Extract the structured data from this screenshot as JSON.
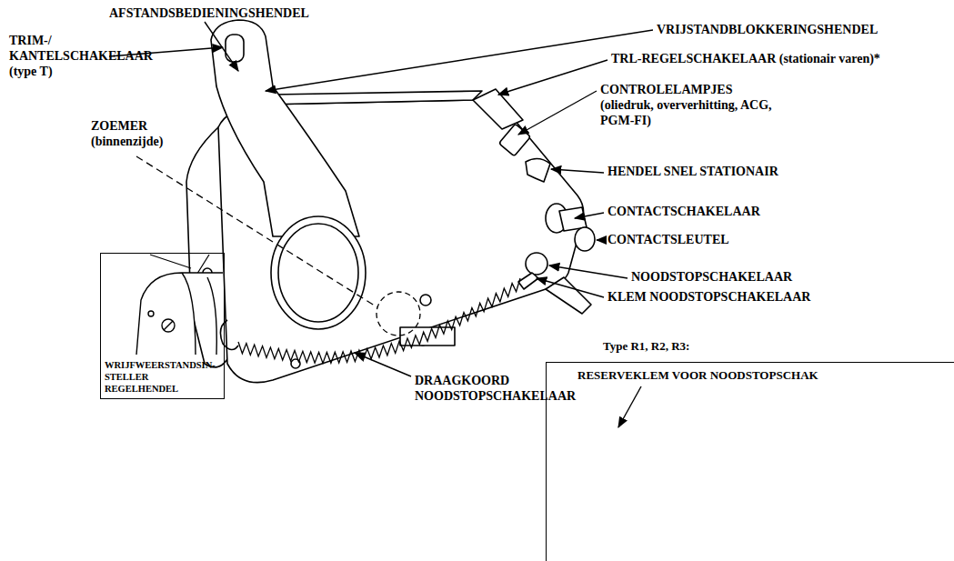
{
  "diagram": {
    "nodes": [
      {
        "text": [
          "WRIJFWEERSTANDSIN- STELLER REGELHENDEL"
        ]
      },
      {
        "text": [
          "Type R1, R2, R3:",
          "RESERVEKLEM VOOR NOODSTOPSCHAK"
        ]
      }
    ],
    "labels": [
      "AFSTANDSBEDIENINGSHENDEL",
      "TRIM-/ KANTELSCHAKELAAR (type T)",
      "VRIJSTANDBLOKKERINGSHENDEL",
      "TRL-REGELSCHAKELAAR (stationair varen)*",
      "CONTROLELAMPJES (oliedruk, oververhitting, ACG, PGM-FI)",
      "ZOEMER (binnenzijde)",
      "HENDEL SNEL STATIONAIR",
      "CONTACTSCHAKELAAR",
      "CONTACTSLEUTEL",
      "NOODSTOPSCHAKELAAR",
      "KLEM NOODSTOPSCHAKELAAR",
      "DRAAGKOORD NOODSTOPSCHAKELAAR"
    ]
  }
}
